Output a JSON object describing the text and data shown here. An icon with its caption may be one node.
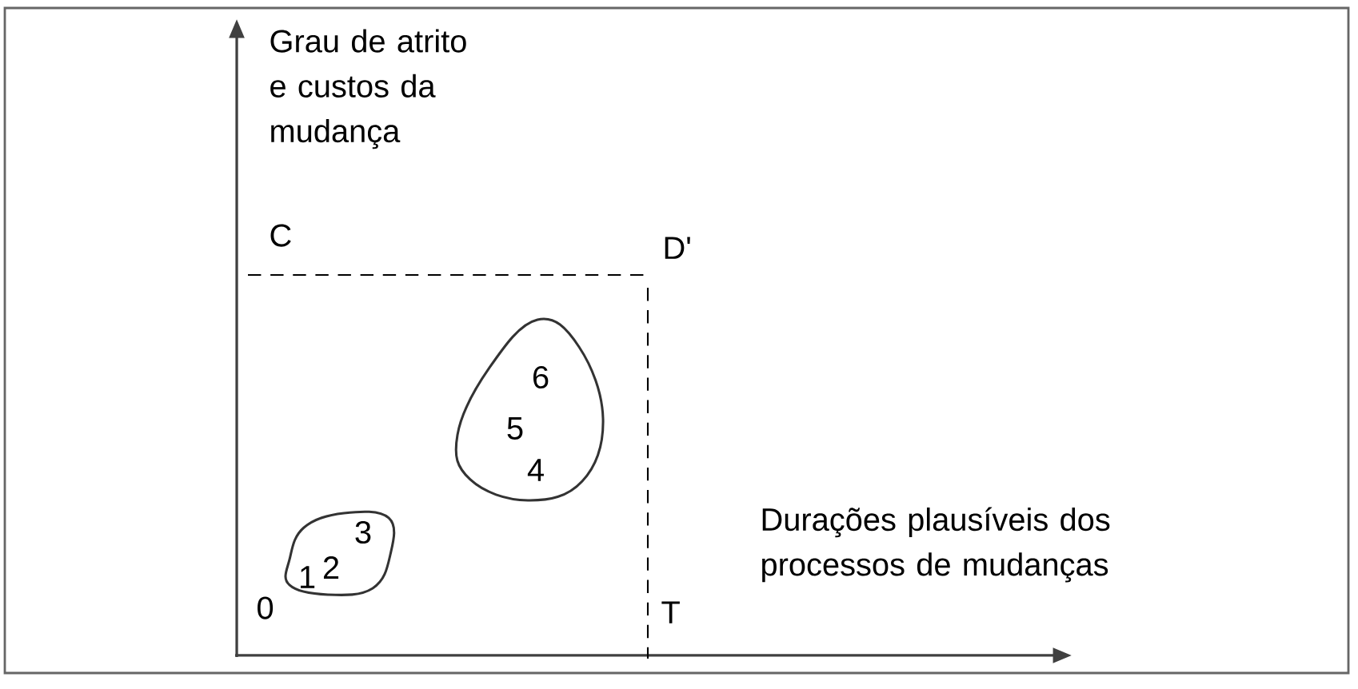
{
  "diagram": {
    "nodes": [
      {
        "text": [
          "1",
          "2",
          "3"
        ]
      },
      {
        "text": [
          "6",
          "5",
          "4"
        ]
      }
    ],
    "labels": [
      "Grau de atrito e custos da mudança",
      "C",
      "D'",
      "Durações plausíveis dos processos de mudanças",
      "0",
      "T"
    ]
  }
}
